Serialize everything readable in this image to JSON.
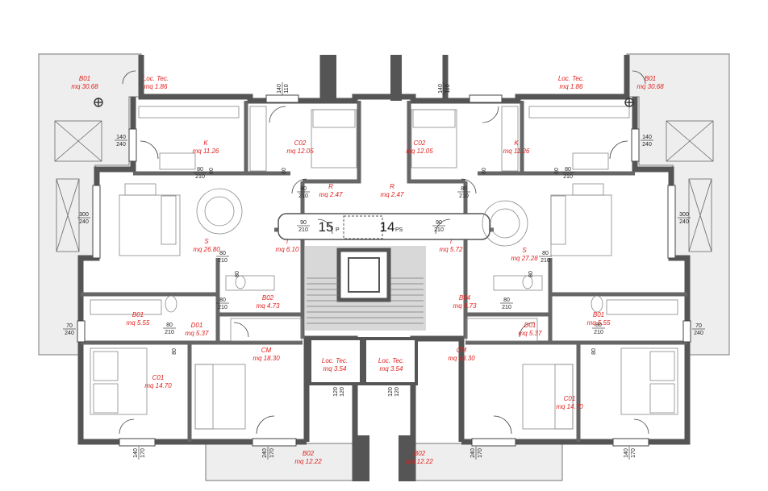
{
  "rooms": [
    {
      "code": "B01",
      "area": "mq 30.68"
    },
    {
      "code": "Loc. Tec.",
      "area": "mq 1.86"
    },
    {
      "code": "K",
      "area": "mq 11.26"
    },
    {
      "code": "C02",
      "area": "mq 12.05"
    },
    {
      "code": "R",
      "area": "mq 2.47"
    },
    {
      "code": "S",
      "area": "mq 26.80"
    },
    {
      "code": "I",
      "area": "mq 6.10"
    },
    {
      "code": "B02",
      "area": "mq 4.73"
    },
    {
      "code": "B01",
      "area": "mq 5.55"
    },
    {
      "code": "D01",
      "area": "mq 5.37"
    },
    {
      "code": "CM",
      "area": "mq 18.30"
    },
    {
      "code": "C01",
      "area": "mq 14.70"
    },
    {
      "code": "Loc. Tec.",
      "area": "mq 3.54"
    },
    {
      "code": "B02",
      "area": "mq 12.22"
    },
    {
      "code": "B01",
      "area": "mq 30.68"
    },
    {
      "code": "Loc. Tec.",
      "area": "mq 1.86"
    },
    {
      "code": "K",
      "area": "mq 11.26"
    },
    {
      "code": "C02",
      "area": "mq 12.05"
    },
    {
      "code": "R",
      "area": "mq 2.47"
    },
    {
      "code": "S",
      "area": "mq 27.28"
    },
    {
      "code": "I",
      "area": "mq 5.72"
    },
    {
      "code": "B04",
      "area": "mq 4.73"
    },
    {
      "code": "B01",
      "area": "mq 5.55"
    },
    {
      "code": "D01",
      "area": "mq 5.37"
    },
    {
      "code": "CM",
      "area": "mq 18.30"
    },
    {
      "code": "C01",
      "area": "mq 14.70"
    },
    {
      "code": "Loc. Tec.",
      "area": "mq 3.54"
    },
    {
      "code": "B02",
      "area": "mq 12.22"
    }
  ],
  "door_dims": [
    {
      "w": "90",
      "h": "210"
    },
    {
      "w": "90",
      "h": "210"
    },
    {
      "w": "80",
      "h": "210"
    },
    {
      "w": "80",
      "h": "210"
    },
    {
      "w": "80",
      "h": "210"
    },
    {
      "w": "80",
      "h": "210"
    },
    {
      "w": "80",
      "h": "210"
    },
    {
      "w": "80",
      "h": "210"
    },
    {
      "w": "80",
      "h": "210"
    },
    {
      "w": "80",
      "h": "210"
    },
    {
      "w": "80",
      "h": "210"
    },
    {
      "w": "80",
      "h": "210"
    }
  ],
  "window_dims": [
    {
      "w": "140",
      "h": "240"
    },
    {
      "w": "140",
      "h": "240"
    },
    {
      "w": "300",
      "h": "240"
    },
    {
      "w": "300",
      "h": "240"
    },
    {
      "w": "70",
      "h": "240"
    },
    {
      "w": "70",
      "h": "240"
    },
    {
      "w": "140",
      "h": "110"
    },
    {
      "w": "140",
      "h": "110"
    },
    {
      "w": "140",
      "h": "170"
    },
    {
      "w": "140",
      "h": "170"
    },
    {
      "w": "240",
      "h": "170"
    },
    {
      "w": "240",
      "h": "170"
    }
  ],
  "small_dims": [
    "80",
    "80",
    "80",
    "80",
    "80",
    "80",
    "80",
    "80",
    "120",
    "120",
    "120",
    "120"
  ],
  "stairs": {
    "left_label": "15",
    "left_sub": "P",
    "right_label": "14",
    "right_sub": "PS"
  }
}
